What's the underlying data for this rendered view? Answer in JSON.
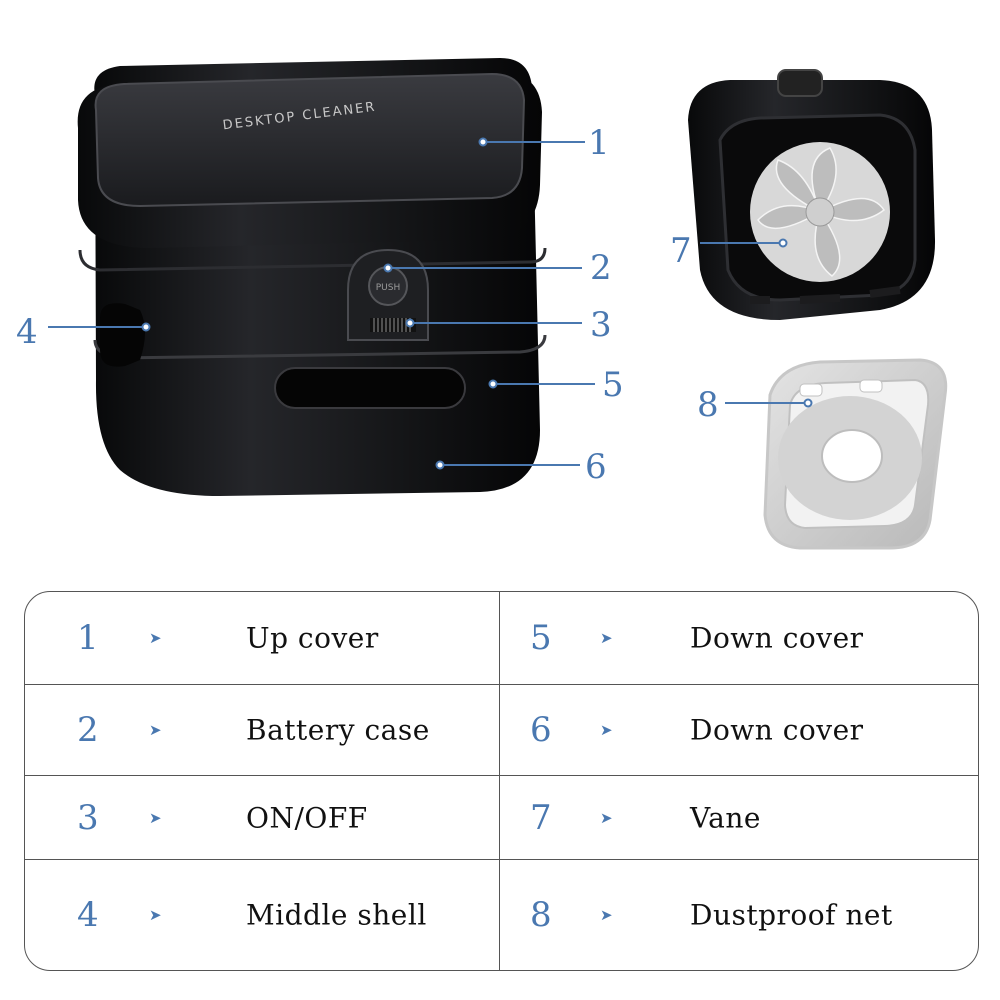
{
  "product": {
    "lid_text": "DESKTOP CLEANER",
    "button_text": "PUSH"
  },
  "callouts": [
    "1",
    "2",
    "3",
    "4",
    "5",
    "6",
    "7",
    "8"
  ],
  "legend": {
    "arrow": "➤",
    "rows": [
      {
        "left": {
          "num": "1",
          "label": "Up cover"
        },
        "right": {
          "num": "5",
          "label": "Down cover"
        }
      },
      {
        "left": {
          "num": "2",
          "label": "Battery case"
        },
        "right": {
          "num": "6",
          "label": "Down cover"
        }
      },
      {
        "left": {
          "num": "3",
          "label": "ON/OFF"
        },
        "right": {
          "num": "7",
          "label": "Vane"
        }
      },
      {
        "left": {
          "num": "4",
          "label": "Middle shell"
        },
        "right": {
          "num": "8",
          "label": "Dustproof net"
        }
      }
    ]
  },
  "colors": {
    "accent": "#4a78b0",
    "body": "#121214"
  }
}
